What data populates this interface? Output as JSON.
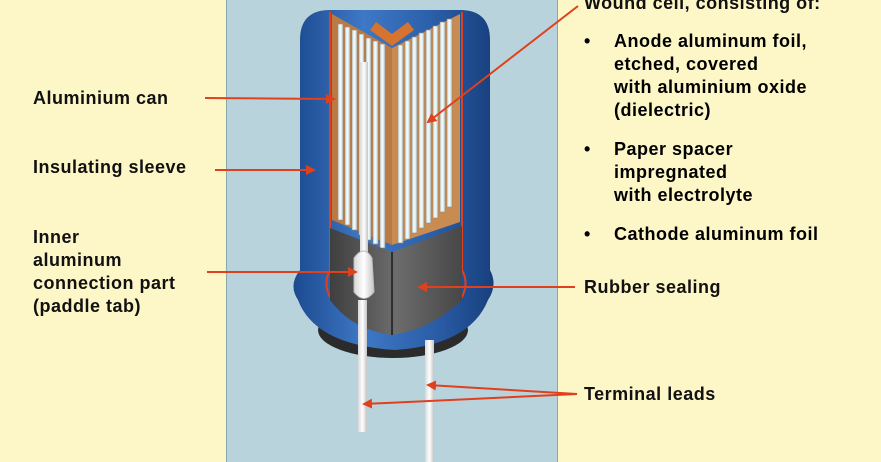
{
  "labels": {
    "aluminium_can": "Aluminium can",
    "insulating_sleeve": "Insulating sleeve",
    "inner_connection": [
      "Inner",
      "aluminum",
      "connection part",
      "(paddle tab)"
    ],
    "wound_cell_title": "Wound cell, consisting of:",
    "rubber_sealing": "Rubber sealing",
    "terminal_leads": "Terminal leads"
  },
  "wound_cell_items": [
    [
      "Anode aluminum foil,",
      "etched, covered",
      "with aluminium oxide",
      "(dielectric)"
    ],
    [
      "Paper spacer",
      "impregnated",
      "with electrolyte"
    ],
    [
      "Cathode aluminum foil"
    ]
  ],
  "colors": {
    "background": "#fdf6c7",
    "panel": "#b9d3dd",
    "sleeve_blue": "#2f63ad",
    "arrow_red": "#e0401c",
    "rubber": "#555555"
  }
}
